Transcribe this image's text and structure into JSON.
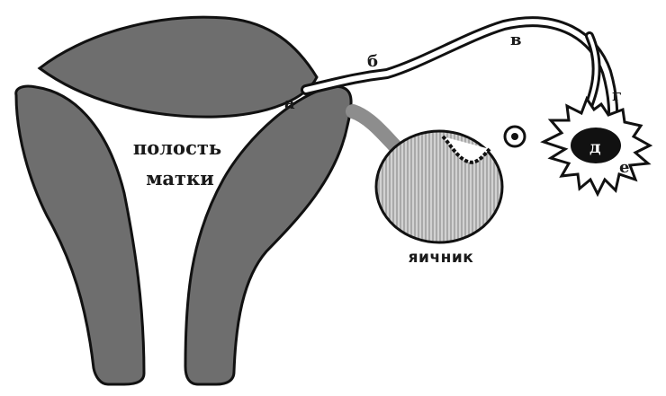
{
  "labels": {
    "cavity_line1": "полость",
    "cavity_line2": "матки",
    "ovary": "яичник",
    "a": "а",
    "b": "б",
    "v": "в",
    "g": "г",
    "d": "д",
    "e": "е"
  },
  "colors": {
    "tissue": "#6e6e6e",
    "ovary_fill": "#c9c9c9",
    "outline": "#111111",
    "embryo": "#111111"
  }
}
